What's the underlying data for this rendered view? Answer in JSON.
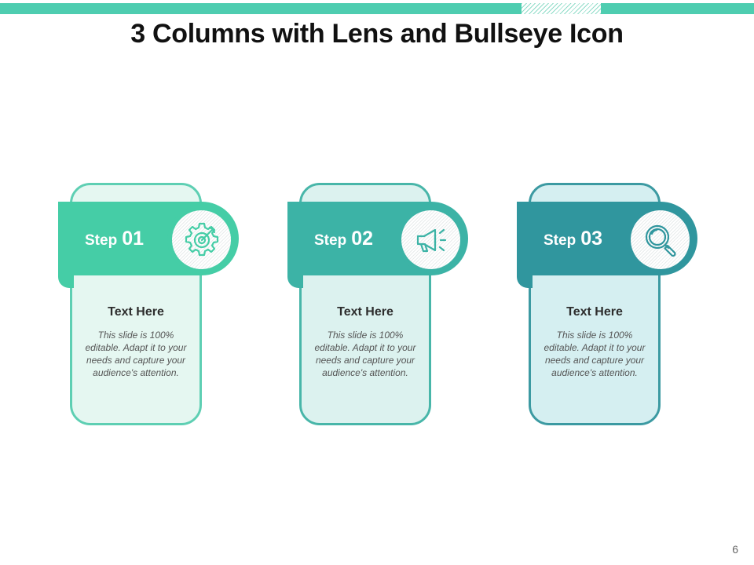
{
  "title": "3 Columns with Lens and Bullseye Icon",
  "page_number": "6",
  "colors": {
    "bar": "#4ecdb0"
  },
  "columns": [
    {
      "step_word": "Step",
      "step_number": "01",
      "icon": "gear-bullseye-icon",
      "heading": "Text Here",
      "body": "This slide is 100% editable. Adapt it to your needs and capture your audience's attention.",
      "band_color": "#45cda6",
      "card_fill": "#e5f7f1",
      "card_border": "#5ecfb3",
      "icon_color": "#45cda6"
    },
    {
      "step_word": "Step",
      "step_number": "02",
      "icon": "megaphone-icon",
      "heading": "Text Here",
      "body": "This slide is 100% editable. Adapt it to your needs and capture your audience's attention.",
      "band_color": "#3cb3a6",
      "card_fill": "#dcf2ef",
      "card_border": "#48b6a9",
      "icon_color": "#3cb3a6"
    },
    {
      "step_word": "Step",
      "step_number": "03",
      "icon": "magnifier-icon",
      "heading": "Text Here",
      "body": "This slide is 100% editable. Adapt it to your needs and capture your audience's attention.",
      "band_color": "#30969e",
      "card_fill": "#d5eff1",
      "card_border": "#3c9aa2",
      "icon_color": "#30969e"
    }
  ]
}
